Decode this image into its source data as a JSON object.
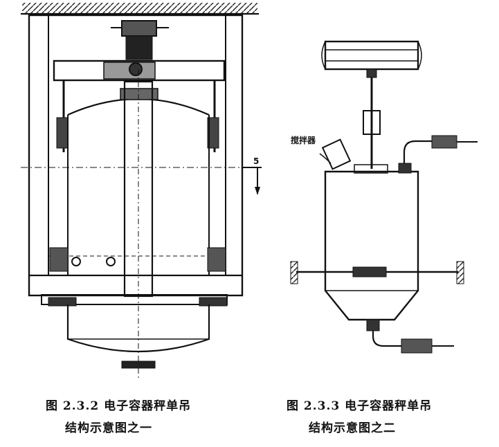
{
  "figure1": {
    "caption_line1": "图 2.3.2  电子容器秤单吊",
    "caption_line2": "结构示意图之一",
    "section_mark": "5"
  },
  "figure2": {
    "caption_line1": "图 2.3.3  电子容器秤单吊",
    "caption_line2": "结构示意图之二",
    "label_agitator": "搅拌器"
  }
}
